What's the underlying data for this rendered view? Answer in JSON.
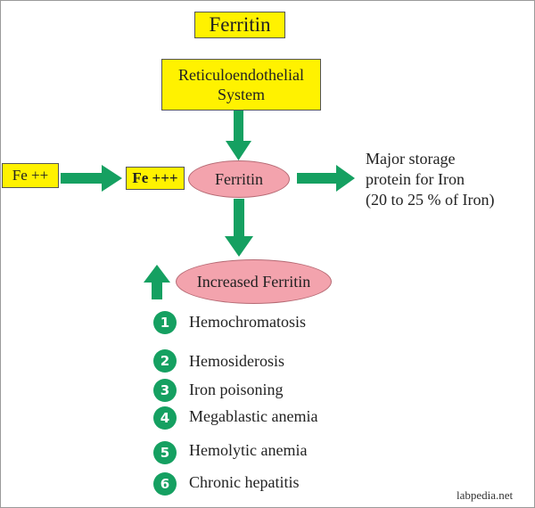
{
  "title": "Ferritin",
  "reticulo_label": "Reticuloendothelial System",
  "fe2_label": "Fe ++",
  "fe3_label": "Fe +++",
  "center_ellipse_label": "Ferritin",
  "storage_note": {
    "line1": "Major storage",
    "line2": "protein for Iron",
    "line3": "(20 to 25 % of Iron)"
  },
  "increased_label": "Increased Ferritin",
  "causes": [
    {
      "num": "1",
      "label": "Hemochromatosis"
    },
    {
      "num": "2",
      "label": "Hemosiderosis"
    },
    {
      "num": "3",
      "label": "Iron poisoning"
    },
    {
      "num": "4",
      "label": "Megablastic anemia"
    },
    {
      "num": "5",
      "label": "Hemolytic anemia"
    },
    {
      "num": "6",
      "label": "Chronic hepatitis"
    }
  ],
  "watermark": "labpedia.net",
  "colors": {
    "box_fill": "#fff200",
    "ellipse_fill": "#f3a3ad",
    "arrow_green": "#15a061",
    "badge_green": "#15a061"
  }
}
